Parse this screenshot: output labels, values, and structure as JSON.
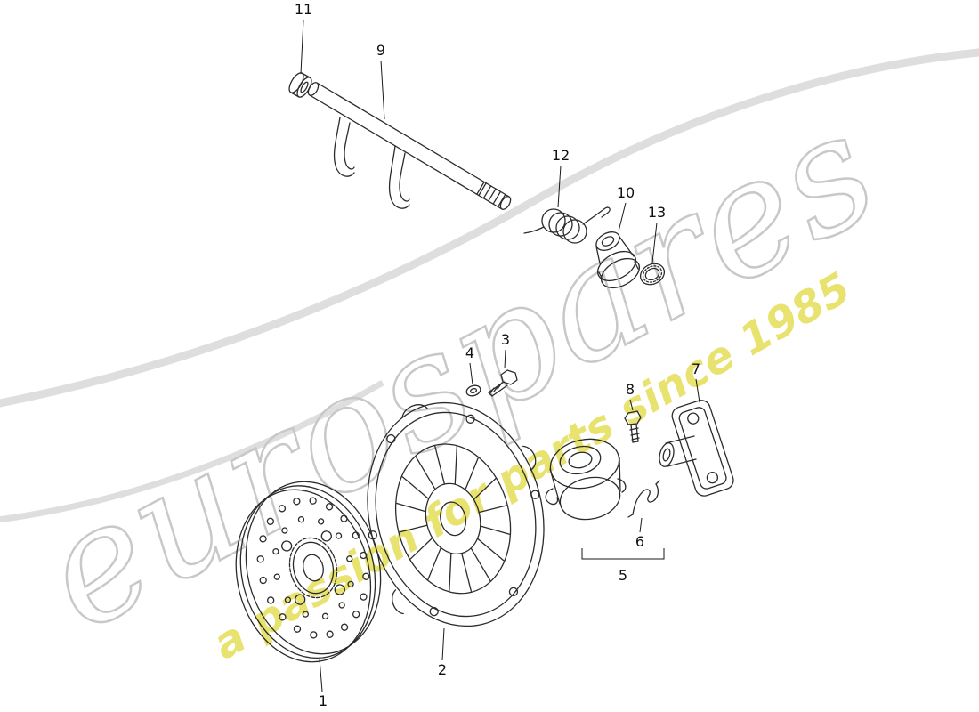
{
  "page": {
    "background_color": "#ffffff"
  },
  "watermark": {
    "brand": "eurospares",
    "tagline": "a passion for parts since 1985",
    "brand_outline_color": "#c8c8c8",
    "tagline_color": "#e4dd55",
    "swoosh_color": "#dadada"
  },
  "diagram": {
    "name": "clutch exploded parts diagram",
    "line_color": "#2b2b2b",
    "callouts": [
      {
        "id": 1,
        "label": "1"
      },
      {
        "id": 2,
        "label": "2"
      },
      {
        "id": 3,
        "label": "3"
      },
      {
        "id": 4,
        "label": "4"
      },
      {
        "id": 5,
        "label": "5"
      },
      {
        "id": 6,
        "label": "6"
      },
      {
        "id": 7,
        "label": "7"
      },
      {
        "id": 8,
        "label": "8"
      },
      {
        "id": 9,
        "label": "9"
      },
      {
        "id": 10,
        "label": "10"
      },
      {
        "id": 11,
        "label": "11"
      },
      {
        "id": 12,
        "label": "12"
      },
      {
        "id": 13,
        "label": "13"
      }
    ]
  }
}
